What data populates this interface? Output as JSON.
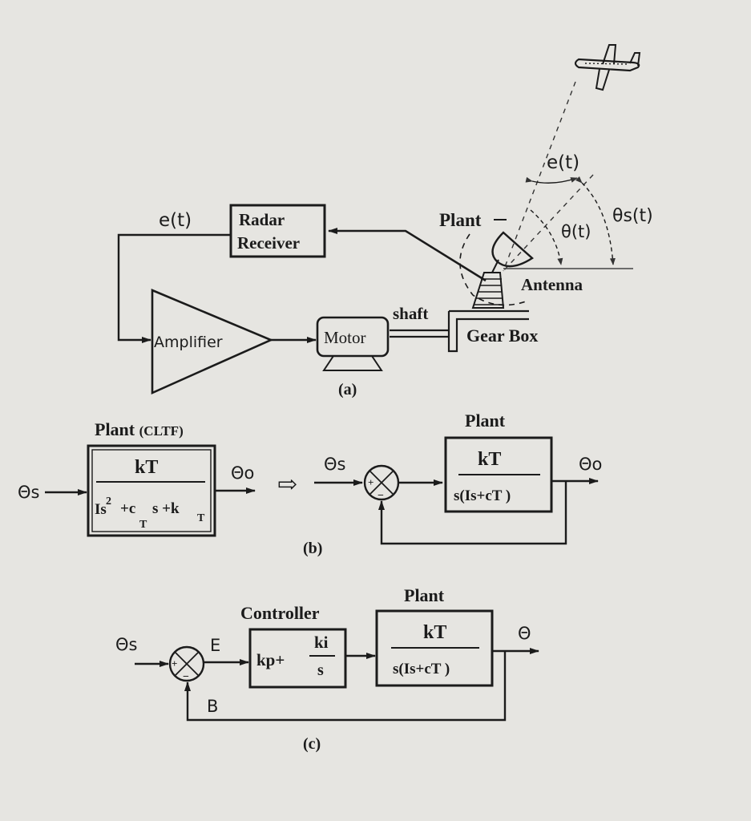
{
  "colors": {
    "paper": "#e6e5e1",
    "ink": "#1b1b1b"
  },
  "part_a": {
    "error_signal": "e(t)",
    "radar_receiver_line1": "Radar",
    "radar_receiver_line2": "Receiver",
    "amplifier": "Amplifier",
    "motor": "Motor",
    "shaft": "shaft",
    "gear_box": "Gear Box",
    "plant": "Plant",
    "antenna": "Antenna",
    "error_angle": "e(t)",
    "antenna_angle": "θ(t)",
    "target_angle": "θs(t)",
    "caption": "(a)"
  },
  "part_b": {
    "cltf_title": "Plant",
    "cltf_title_note": "(CLTF)",
    "input_left": "Θs",
    "cltf_numerator": "kT",
    "cltf_den_a": "Is",
    "cltf_den_power": "2",
    "cltf_den_b": "+c",
    "cltf_den_b_sub": "T",
    "cltf_den_c": "s +k",
    "cltf_den_c_sub": "T",
    "output_left": "Θo",
    "equivalence_arrow": "⇨",
    "input_right": "Θs",
    "plant_title": "Plant",
    "plant_numerator": "kT",
    "plant_denominator": "s(Is+cT )",
    "output_right": "Θo",
    "sum_plus": "+",
    "sum_minus": "−",
    "caption": "(b)"
  },
  "part_c": {
    "input": "Θs",
    "error": "E",
    "feedback": "B",
    "controller_title": "Controller",
    "controller_kp": "kp+",
    "controller_ki": "ki",
    "controller_s": "s",
    "plant_title": "Plant",
    "plant_numerator": "kT",
    "plant_denominator": "s(Is+cT )",
    "output": "Θ",
    "sum_plus": "+",
    "sum_minus": "−",
    "caption": "(c)"
  }
}
